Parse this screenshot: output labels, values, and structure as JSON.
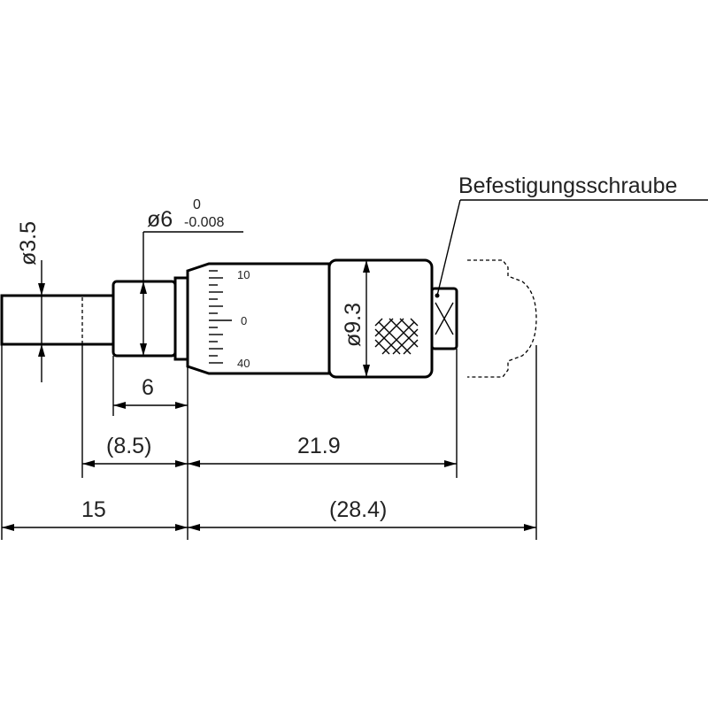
{
  "callout": {
    "label": "Befestigungsschraube"
  },
  "dimensions": {
    "spindle_diameter": "ø3.5",
    "sleeve_diameter": "ø6",
    "sleeve_tolerance_upper": "0",
    "sleeve_tolerance_lower": "-0.008",
    "thimble_diameter": "ø9.3",
    "sleeve_length": "6",
    "spindle_to_thimble": "(8.5)",
    "thimble_length": "21.9",
    "spindle_length": "15",
    "overall_length": "(28.4)"
  },
  "scale": {
    "top": "10",
    "middle": "0",
    "bottom": "40"
  }
}
